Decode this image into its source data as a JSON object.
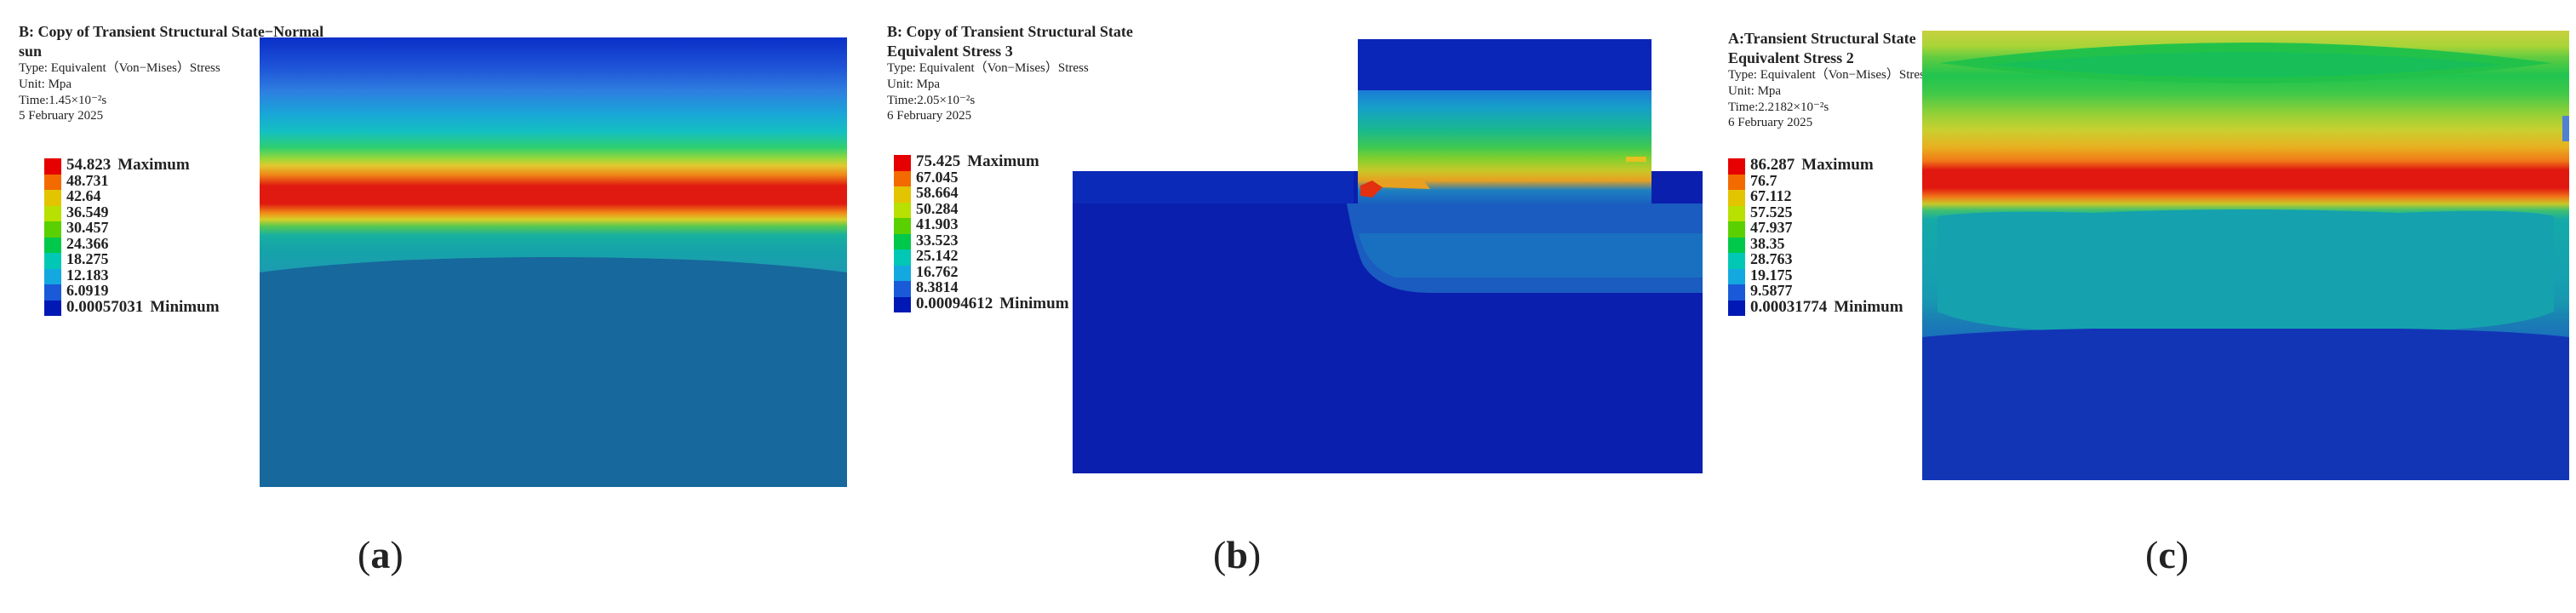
{
  "panels": [
    {
      "id": "a",
      "title_lines": [
        "B: Copy of Transient Structural State−Normal",
        "sun"
      ],
      "type": "Type: Equivalent（Von−Mises）Stress",
      "unit": "Unit: Mpa",
      "time": "Time:1.45×10⁻²s",
      "date": "5 February 2025",
      "legend_values": [
        "54.823",
        "48.731",
        "42.64",
        "36.549",
        "30.457",
        "24.366",
        "18.275",
        "12.183",
        "6.0919",
        "0.00057031"
      ],
      "max_label": "Maximum",
      "min_label": "Minimum",
      "caption_label": "a"
    },
    {
      "id": "b",
      "title_lines": [
        "B: Copy of Transient Structural State",
        "Equivalent Stress 3"
      ],
      "type": "Type: Equivalent（Von−Mises）Stress",
      "unit": "Unit: Mpa",
      "time": "Time:2.05×10⁻²s",
      "date": "6 February 2025",
      "legend_values": [
        "75.425",
        "67.045",
        "58.664",
        "50.284",
        "41.903",
        "33.523",
        "25.142",
        "16.762",
        "8.3814",
        "0.00094612"
      ],
      "max_label": "Maximum",
      "min_label": "Minimum",
      "caption_label": "b"
    },
    {
      "id": "c",
      "title_lines": [
        "A:Transient Structural State",
        "Equivalent Stress 2"
      ],
      "type": "Type: Equivalent（Von−Mises）Stress",
      "unit": "Unit: Mpa",
      "time": "Time:2.2182×10⁻²s",
      "date": "6 February 2025",
      "legend_values": [
        "86.287",
        "76.7",
        "67.112",
        "57.525",
        "47.937",
        "38.35",
        "28.763",
        "19.175",
        "9.5877",
        "0.00031774"
      ],
      "max_label": "Maximum",
      "min_label": "Minimum",
      "caption_label": "c"
    }
  ],
  "legend_colors": [
    "#e60000",
    "#f26a00",
    "#e3c400",
    "#b8e000",
    "#5ad000",
    "#00c84a",
    "#00c8b4",
    "#14a8e0",
    "#1a5ad8",
    "#0018b4"
  ]
}
